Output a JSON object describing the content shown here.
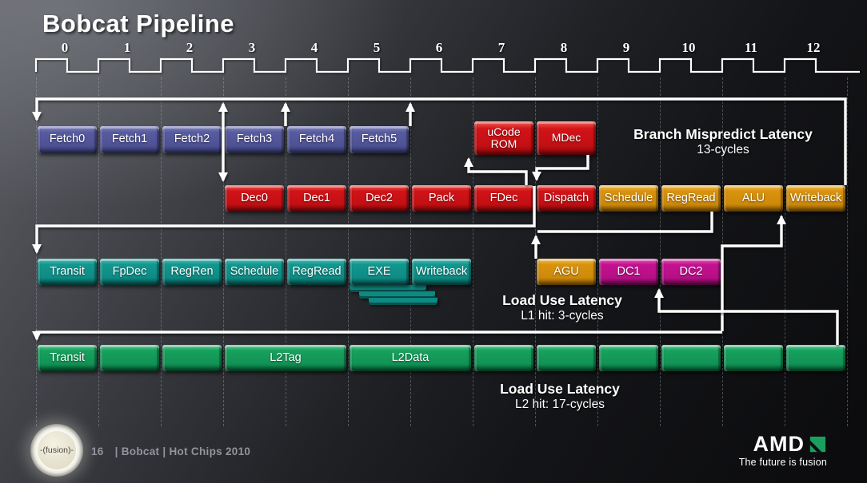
{
  "title": "Bobcat Pipeline",
  "clock": {
    "cycles": [
      "0",
      "1",
      "2",
      "3",
      "4",
      "5",
      "6",
      "7",
      "8",
      "9",
      "10",
      "11",
      "12"
    ]
  },
  "palette": {
    "purple": "#575b9f",
    "red": "#d11419",
    "gold": "#d9930e",
    "teal": "#12978f",
    "magenta": "#c41290",
    "green": "#17a15d",
    "amd_green": "#1aa05e",
    "connector": "#ffffff"
  },
  "pipeline": {
    "rows": [
      {
        "id": "fetch",
        "boxes": [
          {
            "label": "Fetch0",
            "cycle": 0,
            "span": 1,
            "palette": "purple"
          },
          {
            "label": "Fetch1",
            "cycle": 1,
            "span": 1,
            "palette": "purple"
          },
          {
            "label": "Fetch2",
            "cycle": 2,
            "span": 1,
            "palette": "purple"
          },
          {
            "label": "Fetch3",
            "cycle": 3,
            "span": 1,
            "palette": "purple"
          },
          {
            "label": "Fetch4",
            "cycle": 4,
            "span": 1,
            "palette": "purple"
          },
          {
            "label": "Fetch5",
            "cycle": 5,
            "span": 1,
            "palette": "purple"
          }
        ]
      },
      {
        "id": "decode",
        "boxes": [
          {
            "label": "Dec0",
            "cycle": 3,
            "span": 1,
            "palette": "red"
          },
          {
            "label": "Dec1",
            "cycle": 4,
            "span": 1,
            "palette": "red"
          },
          {
            "label": "Dec2",
            "cycle": 5,
            "span": 1,
            "palette": "red"
          },
          {
            "label": "Pack",
            "cycle": 6,
            "span": 1,
            "palette": "red"
          },
          {
            "label": "FDec",
            "cycle": 7,
            "span": 1,
            "palette": "red"
          },
          {
            "label": "Dispatch",
            "cycle": 8,
            "span": 1,
            "palette": "red"
          },
          {
            "label": "Schedule",
            "cycle": 9,
            "span": 1,
            "palette": "gold"
          },
          {
            "label": "RegRead",
            "cycle": 10,
            "span": 1,
            "palette": "gold"
          },
          {
            "label": "ALU",
            "cycle": 11,
            "span": 1,
            "palette": "gold"
          },
          {
            "label": "Writeback",
            "cycle": 12,
            "span": 1,
            "palette": "gold"
          }
        ]
      },
      {
        "id": "exec",
        "boxes": [
          {
            "label": "Transit",
            "cycle": 0,
            "span": 1,
            "palette": "teal"
          },
          {
            "label": "FpDec",
            "cycle": 1,
            "span": 1,
            "palette": "teal"
          },
          {
            "label": "RegRen",
            "cycle": 2,
            "span": 1,
            "palette": "teal"
          },
          {
            "label": "Schedule",
            "cycle": 3,
            "span": 1,
            "palette": "teal"
          },
          {
            "label": "RegRead",
            "cycle": 4,
            "span": 1,
            "palette": "teal"
          },
          {
            "label": "EXE",
            "cycle": 5,
            "span": 1,
            "palette": "teal"
          },
          {
            "label": "Writeback",
            "cycle": 6,
            "span": 1,
            "palette": "teal"
          },
          {
            "label": "AGU",
            "cycle": 8,
            "span": 1,
            "palette": "gold"
          },
          {
            "label": "DC1",
            "cycle": 9,
            "span": 1,
            "palette": "magenta"
          },
          {
            "label": "DC2",
            "cycle": 10,
            "span": 1,
            "palette": "magenta"
          }
        ]
      },
      {
        "id": "l2",
        "boxes": [
          {
            "label": "Transit",
            "cycle": 0,
            "span": 1,
            "palette": "green"
          },
          {
            "label": "",
            "cycle": 1,
            "span": 1,
            "palette": "green"
          },
          {
            "label": "",
            "cycle": 2,
            "span": 1,
            "palette": "green"
          },
          {
            "label": "L2Tag",
            "cycle": 3,
            "span": 2,
            "palette": "green"
          },
          {
            "label": "L2Data",
            "cycle": 5,
            "span": 2,
            "palette": "green"
          },
          {
            "label": "",
            "cycle": 7,
            "span": 1,
            "palette": "green"
          },
          {
            "label": "",
            "cycle": 8,
            "span": 1,
            "palette": "green"
          },
          {
            "label": "",
            "cycle": 9,
            "span": 1,
            "palette": "green"
          },
          {
            "label": "",
            "cycle": 10,
            "span": 1,
            "palette": "green"
          },
          {
            "label": "",
            "cycle": 11,
            "span": 1,
            "palette": "green"
          },
          {
            "label": "",
            "cycle": 12,
            "span": 1,
            "palette": "green"
          }
        ]
      }
    ],
    "micro_boxes": [
      {
        "lines": [
          "uCode",
          "ROM"
        ],
        "cycle": 7,
        "palette": "red"
      },
      {
        "lines": [
          "MDec"
        ],
        "cycle": 8,
        "palette": "red"
      }
    ]
  },
  "annotations": {
    "branch": {
      "line1": "Branch Mispredict Latency",
      "line2": "13-cycles"
    },
    "l1": {
      "line1": "Load Use Latency",
      "line2": "L1 hit: 3-cycles"
    },
    "l2": {
      "line1": "Load Use Latency",
      "line2": "L2 hit: 17-cycles"
    }
  },
  "footer": {
    "page": "16",
    "caption": "| Bobcat | Hot Chips 2010",
    "logo_text": "-(fusion)-",
    "brand": "AMD",
    "tagline": "The future is fusion"
  }
}
